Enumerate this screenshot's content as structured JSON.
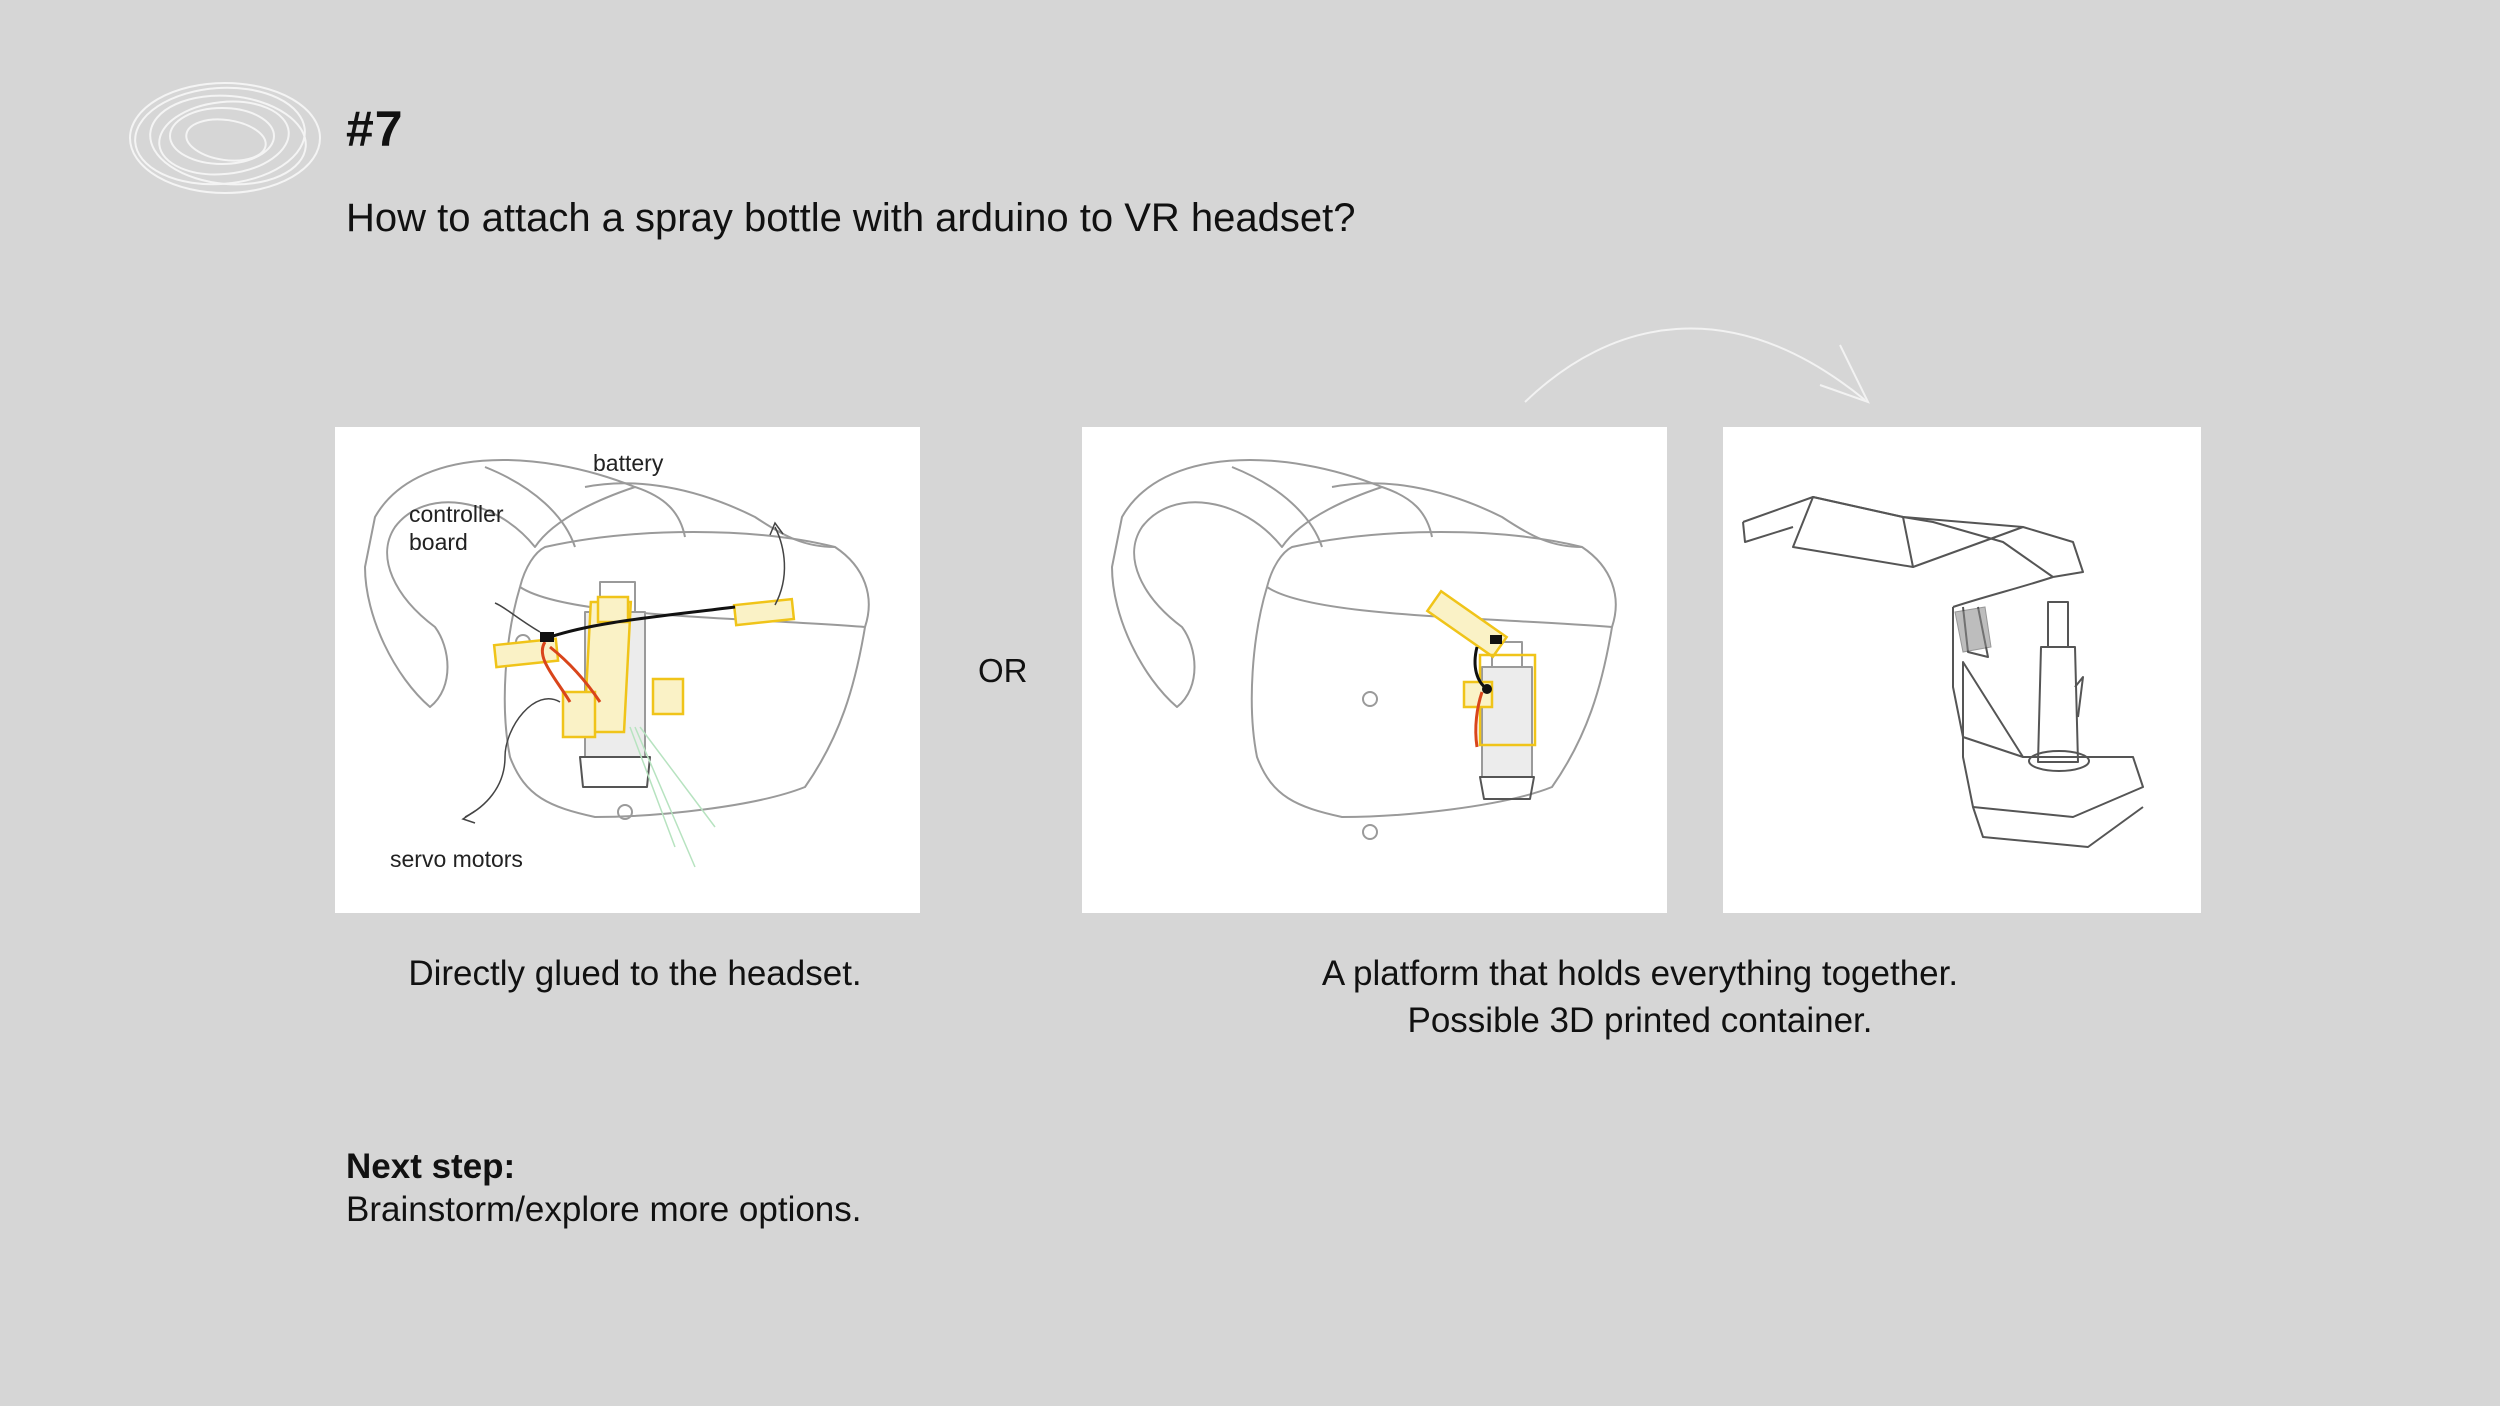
{
  "slide": {
    "number": "#7",
    "question": "How to attach a spray bottle with arduino to VR headset?",
    "or_label": "OR"
  },
  "sketch1": {
    "labels": {
      "battery": "battery",
      "controller_line1": "controller",
      "controller_line2": "board",
      "servo": "servo motors"
    },
    "caption": "Directly glued to the headset."
  },
  "sketch2": {
    "caption_line1": "A platform that holds everything together.",
    "caption_line2": "Possible 3D printed container."
  },
  "next_step": {
    "label": "Next step:",
    "text": "Brainstorm/explore more options."
  },
  "colors": {
    "background": "#d6d6d6",
    "panel": "#ffffff",
    "sketch_line": "#9a9a9a",
    "component_yellow": "#f0c419",
    "wire_red": "#d9451b"
  }
}
